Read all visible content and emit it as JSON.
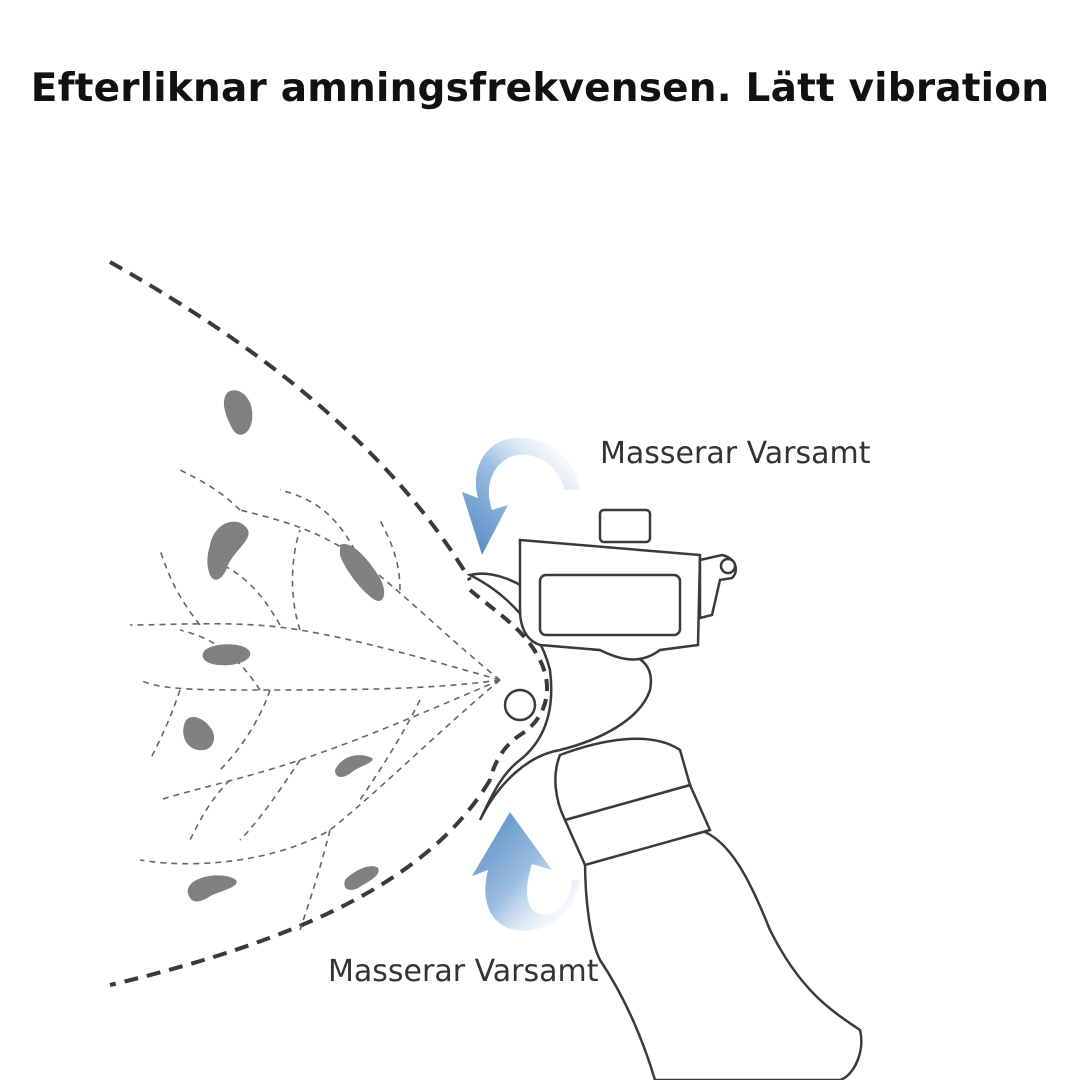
{
  "headline": "Efterliknar amningsfrekvensen. Lätt vibration",
  "annotations": {
    "top_label": "Masserar Varsamt",
    "bottom_label": "Masserar Varsamt"
  },
  "colors": {
    "arrow": "#5b8fc7",
    "outline": "#3a3a3a",
    "gland": "#808080"
  },
  "icons": {
    "top_arrow": "curved-arrow-down-left",
    "bottom_arrow": "curved-arrow-up-left"
  }
}
